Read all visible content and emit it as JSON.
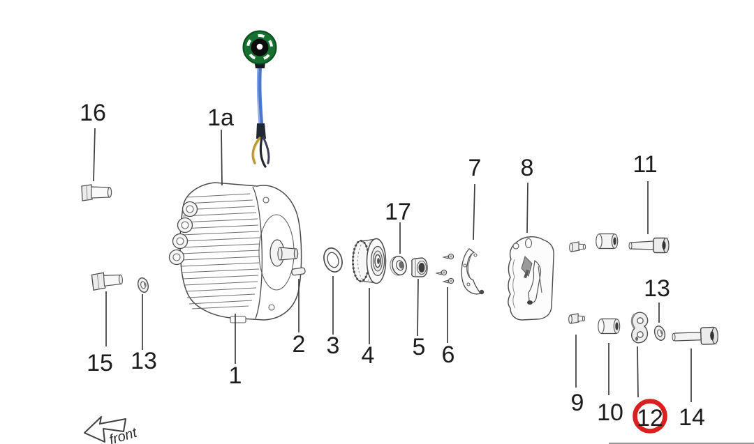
{
  "diagram": {
    "type": "exploded-parts-diagram",
    "subject": "electric motor assembly",
    "direction_label": "front",
    "highlight": {
      "part": "12",
      "color": "#d91f1f"
    },
    "sensor": {
      "ring_color": "#17702f",
      "cable_color": "#4a77cb"
    },
    "callouts": [
      {
        "id": "16",
        "label": "16"
      },
      {
        "id": "1a",
        "label": "1a"
      },
      {
        "id": "1",
        "label": "1"
      },
      {
        "id": "15",
        "label": "15"
      },
      {
        "id": "13-left",
        "label": "13"
      },
      {
        "id": "2",
        "label": "2"
      },
      {
        "id": "3",
        "label": "3"
      },
      {
        "id": "4",
        "label": "4"
      },
      {
        "id": "17",
        "label": "17"
      },
      {
        "id": "5",
        "label": "5"
      },
      {
        "id": "6",
        "label": "6"
      },
      {
        "id": "7",
        "label": "7"
      },
      {
        "id": "8",
        "label": "8"
      },
      {
        "id": "11",
        "label": "11"
      },
      {
        "id": "13-right",
        "label": "13"
      },
      {
        "id": "9",
        "label": "9"
      },
      {
        "id": "10",
        "label": "10"
      },
      {
        "id": "12",
        "label": "12",
        "circled": true
      },
      {
        "id": "14",
        "label": "14"
      }
    ]
  }
}
